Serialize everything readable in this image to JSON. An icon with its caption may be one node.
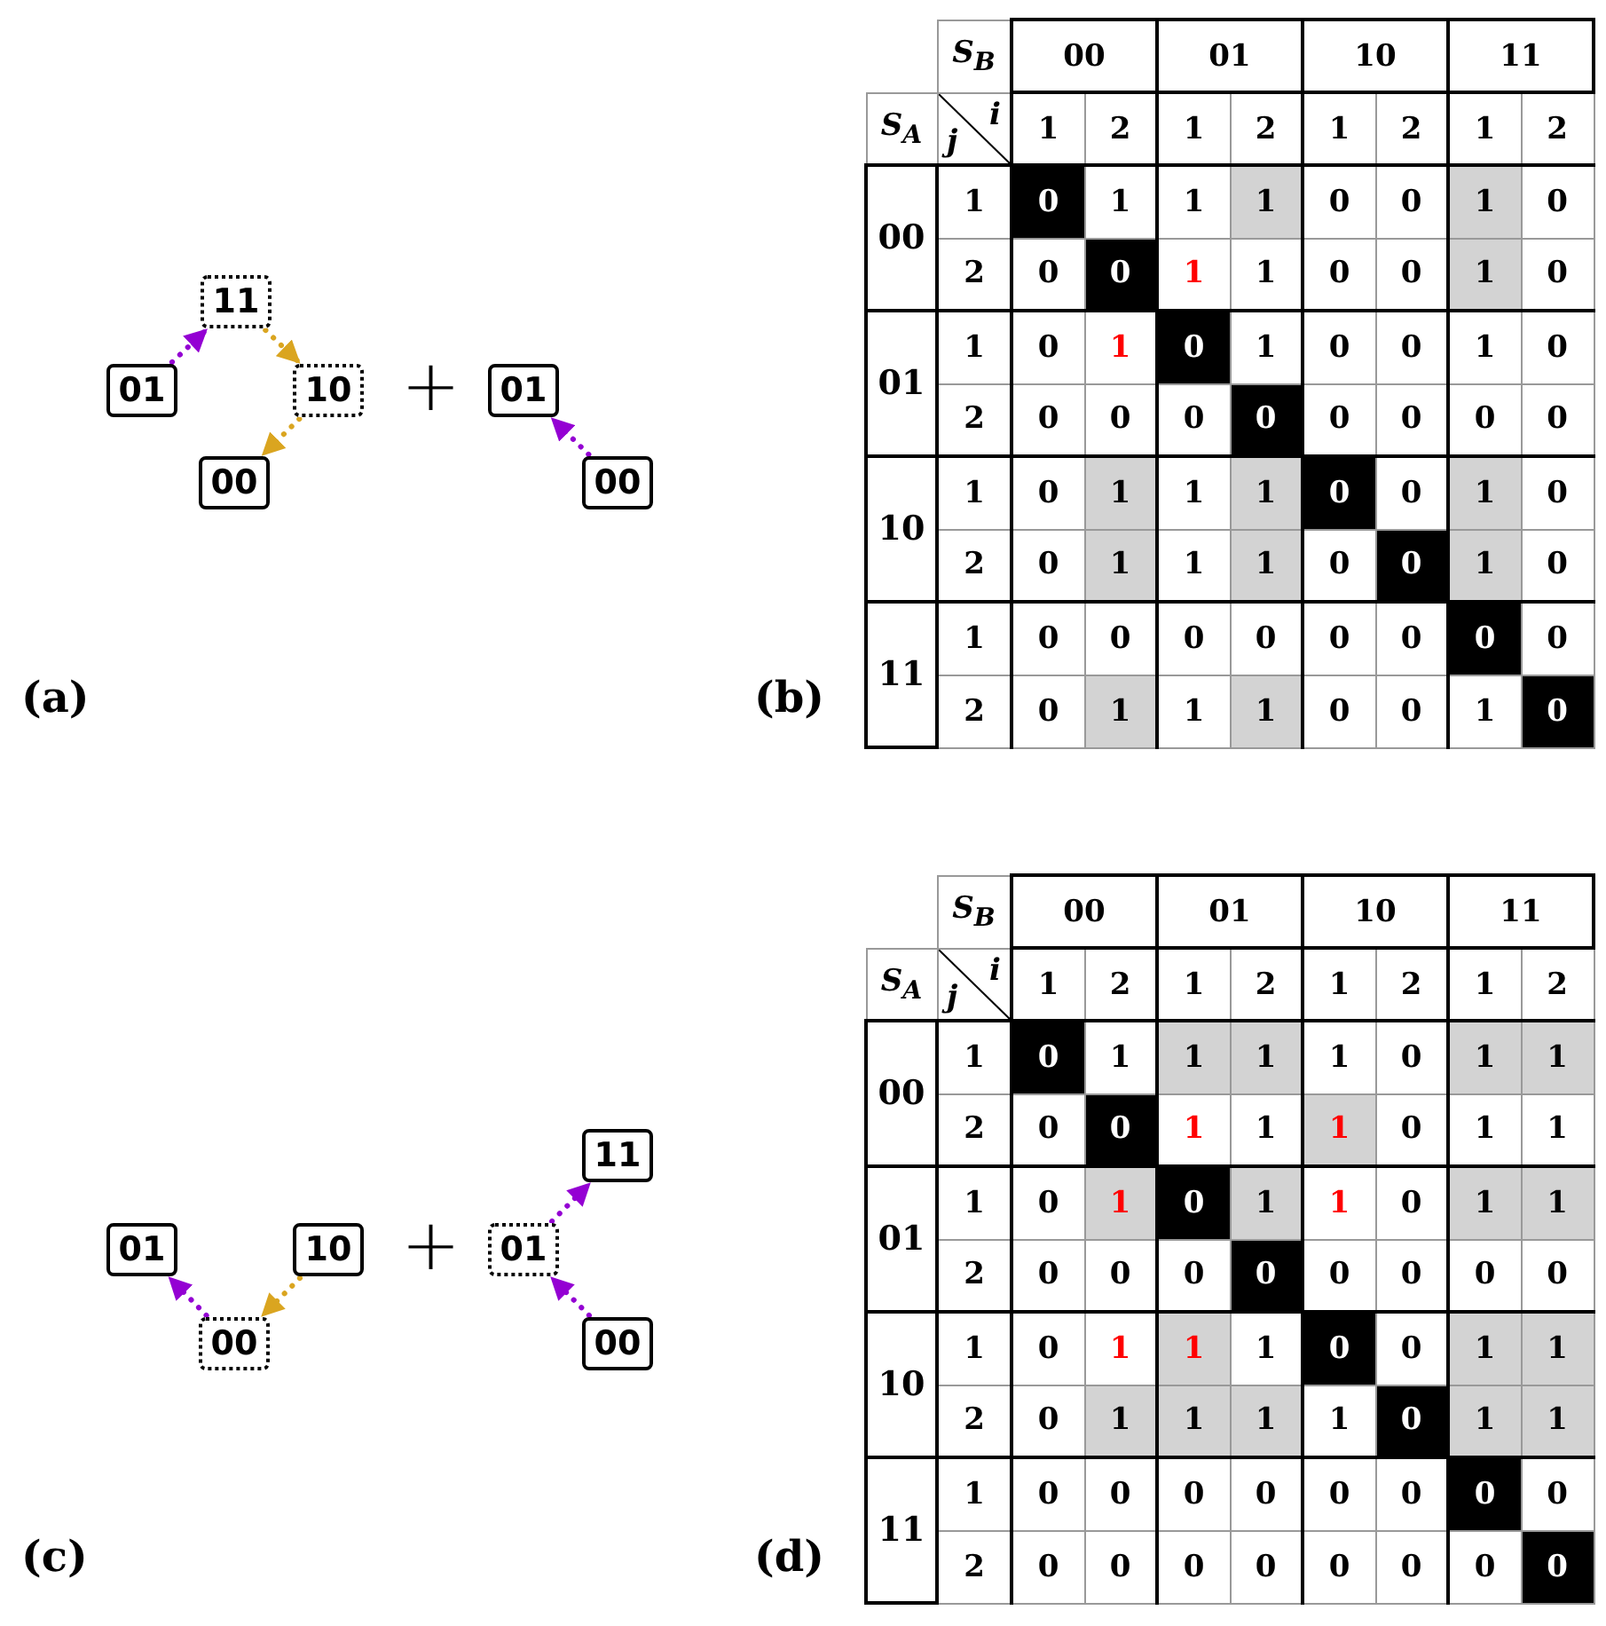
{
  "diagram": {
    "nodes": [
      {
        "text": [
          "11"
        ]
      },
      {
        "text": [
          "01"
        ]
      },
      {
        "text": [
          "10"
        ]
      },
      {
        "text": [
          "00"
        ]
      },
      {
        "text": [
          "01"
        ]
      },
      {
        "text": [
          "00"
        ]
      },
      {
        "text": [
          "01"
        ]
      },
      {
        "text": [
          "10"
        ]
      },
      {
        "text": [
          "00"
        ]
      },
      {
        "text": [
          "11"
        ]
      },
      {
        "text": [
          "01"
        ]
      },
      {
        "text": [
          "00"
        ]
      }
    ],
    "edges": [
      {
        "from": 1,
        "to": 0,
        "arrow": "to"
      },
      {
        "from": 0,
        "to": 2,
        "arrow": "to",
        "color": "#daa520"
      },
      {
        "from": 2,
        "to": 3,
        "arrow": "to",
        "color": "#daa520"
      },
      {
        "from": 5,
        "to": 4,
        "arrow": "to"
      },
      {
        "from": 8,
        "to": 6,
        "arrow": "to"
      },
      {
        "from": 7,
        "to": 8,
        "arrow": "to",
        "color": "#daa520"
      },
      {
        "from": 10,
        "to": 9,
        "arrow": "to"
      },
      {
        "from": 11,
        "to": 10,
        "arrow": "to"
      }
    ],
    "labels": [
      "(a)",
      "+",
      "(b)",
      "(c)",
      "+",
      "(d)",
      "S$_{B}$",
      "00",
      "01",
      "10",
      "11",
      "S$_{A}$",
      "i",
      "j",
      "1",
      "2",
      "1",
      "2",
      "1",
      "2",
      "1",
      "2",
      "00",
      "1",
      "0",
      "1",
      "1",
      "1",
      "0",
      "0",
      "1",
      "0",
      "2",
      "0",
      "0",
      "1",
      "1",
      "0",
      "0",
      "1",
      "0",
      "01",
      "1",
      "0",
      "1",
      "0",
      "1",
      "0",
      "0",
      "1",
      "0",
      "2",
      "0",
      "0",
      "0",
      "0",
      "0",
      "0",
      "0",
      "0",
      "10",
      "1",
      "0",
      "1",
      "1",
      "1",
      "0",
      "0",
      "1",
      "0",
      "2",
      "0",
      "1",
      "1",
      "1",
      "0",
      "0",
      "1",
      "0",
      "11",
      "1",
      "0",
      "0",
      "0",
      "0",
      "0",
      "0",
      "0",
      "0",
      "2",
      "0",
      "1",
      "1",
      "1",
      "0",
      "0",
      "1",
      "0",
      "S$_{B}$",
      "00",
      "01",
      "10",
      "11",
      "S$_{A}$",
      "i",
      "j",
      "1",
      "2",
      "1",
      "2",
      "1",
      "2",
      "1",
      "2",
      "00",
      "1",
      "0",
      "1",
      "1",
      "1",
      "1",
      "0",
      "1",
      "1",
      "2",
      "0",
      "0",
      "1",
      "1",
      "1",
      "0",
      "1",
      "1",
      "01",
      "1",
      "0",
      "1",
      "0",
      "1",
      "1",
      "0",
      "1",
      "1",
      "2",
      "0",
      "0",
      "0",
      "0",
      "0",
      "0",
      "0",
      "0",
      "10",
      "1",
      "0",
      "1",
      "1",
      "1",
      "0",
      "0",
      "1",
      "1",
      "2",
      "0",
      "1",
      "1",
      "1",
      "1",
      "0",
      "1",
      "1",
      "11",
      "1",
      "0",
      "0",
      "0",
      "0",
      "0",
      "0",
      "0",
      "0",
      "2",
      "0",
      "0",
      "0",
      "0",
      "0",
      "0",
      "0",
      "0"
    ]
  }
}
